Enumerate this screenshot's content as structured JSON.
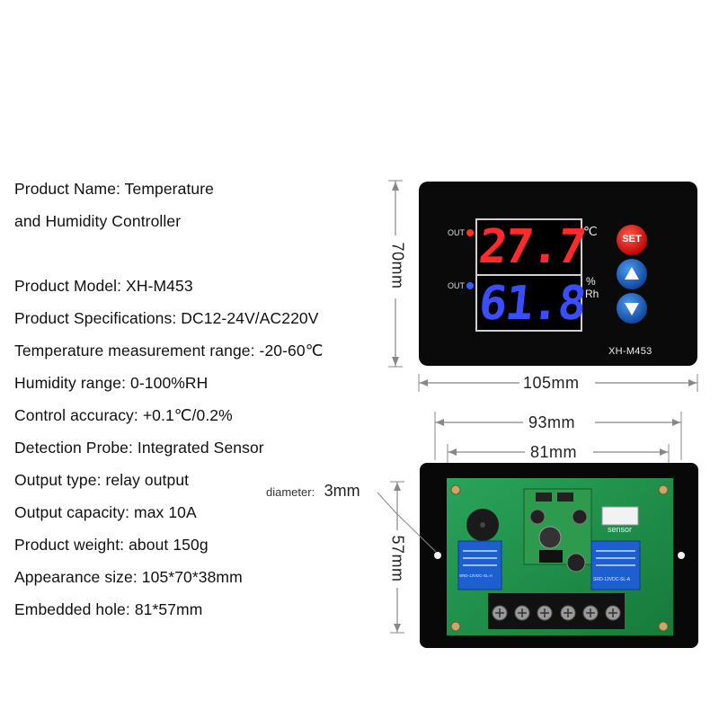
{
  "specs": [
    "Product Name: Temperature",
    "and Humidity Controller",
    "Product Model: XH-M453",
    "Product Specifications: DC12-24V/AC220V",
    "Temperature measurement range: -20-60℃",
    "Humidity range: 0-100%RH",
    "Control accuracy: +0.1℃/0.2%",
    "Detection Probe: Integrated Sensor",
    "Output type: relay output",
    "Output capacity: max 10A",
    "Product weight: about 150g",
    "Appearance size: 105*70*38mm",
    "Embedded hole: 81*57mm"
  ],
  "front_panel": {
    "out_label_top": "OUT",
    "out_label_bottom": "OUT",
    "temperature_display": "27.7",
    "temperature_unit": "℃",
    "humidity_display": "61.8",
    "humidity_unit_1": "%",
    "humidity_unit_2": "Rh",
    "set_button": "SET",
    "model_label": "XH-M453",
    "width_dim": "105mm",
    "height_dim": "70mm"
  },
  "back_panel": {
    "dim_93": "93mm",
    "dim_81": "81mm",
    "dim_57": "57mm",
    "diameter_label": "diameter:",
    "diameter_value": "3mm",
    "sensor_label": "sensor",
    "relay_left_text": "SRD-12VDC-SL-A",
    "relay_right_text": "SRD-12VDC-SL-A"
  },
  "colors": {
    "temp_digits": "#ff2a2a",
    "hum_digits": "#3a4dff",
    "panel_bg": "#0a0a0a",
    "button_blue": "#1565c0",
    "button_red": "#e01010",
    "pcb_green": "#1e8a45"
  }
}
